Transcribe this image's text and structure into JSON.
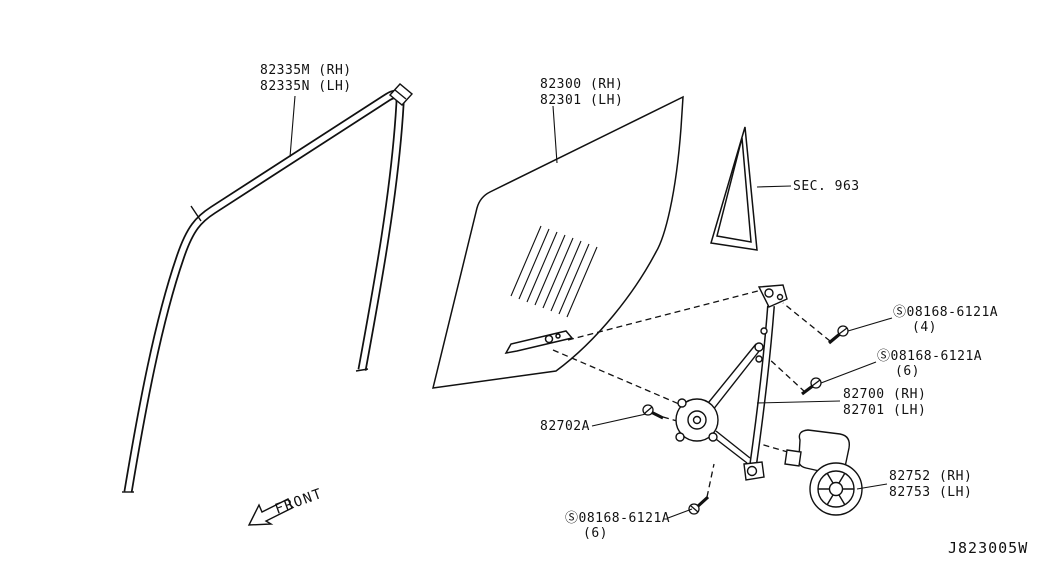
{
  "diagram": {
    "code": "J823005W",
    "front_label": "FRONT",
    "labels": {
      "glass_run_rh": "82335M (RH)",
      "glass_run_lh": "82335N (LH)",
      "glass_rh": "82300 (RH)",
      "glass_lh": "82301 (LH)",
      "corner_section": "SEC. 963",
      "screw_top": "Ⓢ08168-6121A",
      "screw_top_qty": "(4)",
      "screw_mid": "Ⓢ08168-6121A",
      "screw_mid_qty": "(6)",
      "regulator_rh": "82700 (RH)",
      "regulator_lh": "82701 (LH)",
      "guide_bolt": "82702A",
      "motor_rh": "82752 (RH)",
      "motor_lh": "82753 (LH)",
      "screw_bottom": "Ⓢ08168-6121A",
      "screw_bottom_qty": "(6)"
    }
  }
}
